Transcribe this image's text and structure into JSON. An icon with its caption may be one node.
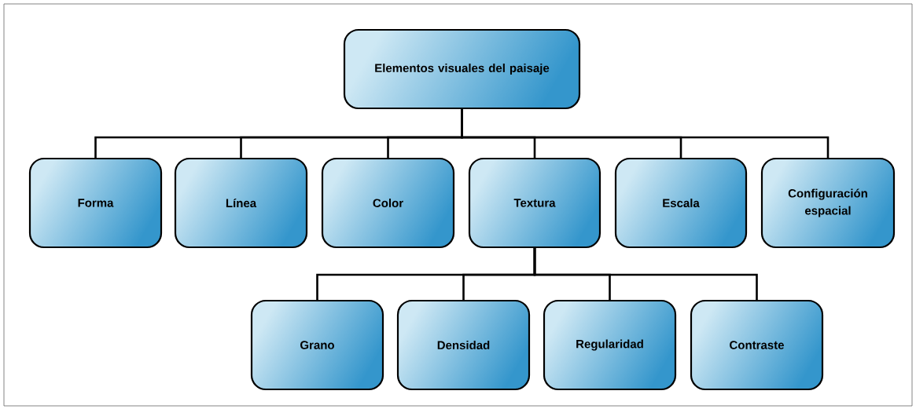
{
  "diagram": {
    "nodes": [
      {
        "text": [
          "Elementos visuales del paisaje"
        ]
      },
      {
        "text": [
          "Forma"
        ]
      },
      {
        "text": [
          "Línea"
        ]
      },
      {
        "text": [
          "Color"
        ]
      },
      {
        "text": [
          "Textura"
        ]
      },
      {
        "text": [
          "Escala"
        ]
      },
      {
        "text": [
          "Configuración espacial"
        ]
      },
      {
        "text": [
          "Grano"
        ]
      },
      {
        "text": [
          "Densidad"
        ]
      },
      {
        "text": [
          "Regularidad"
        ]
      },
      {
        "text": [
          "Contraste"
        ]
      }
    ],
    "edges": [
      {
        "from": 0,
        "to": 1,
        "arrow": "none"
      },
      {
        "from": 0,
        "to": 2,
        "arrow": "none"
      },
      {
        "from": 0,
        "to": 3,
        "arrow": "none"
      },
      {
        "from": 0,
        "to": 4,
        "arrow": "none"
      },
      {
        "from": 0,
        "to": 5,
        "arrow": "none"
      },
      {
        "from": 0,
        "to": 6,
        "arrow": "none"
      },
      {
        "from": 4,
        "to": 7,
        "arrow": "none"
      },
      {
        "from": 4,
        "to": 8,
        "arrow": "none"
      },
      {
        "from": 4,
        "to": 9,
        "arrow": "none"
      },
      {
        "from": 4,
        "to": 10,
        "arrow": "none"
      }
    ]
  }
}
